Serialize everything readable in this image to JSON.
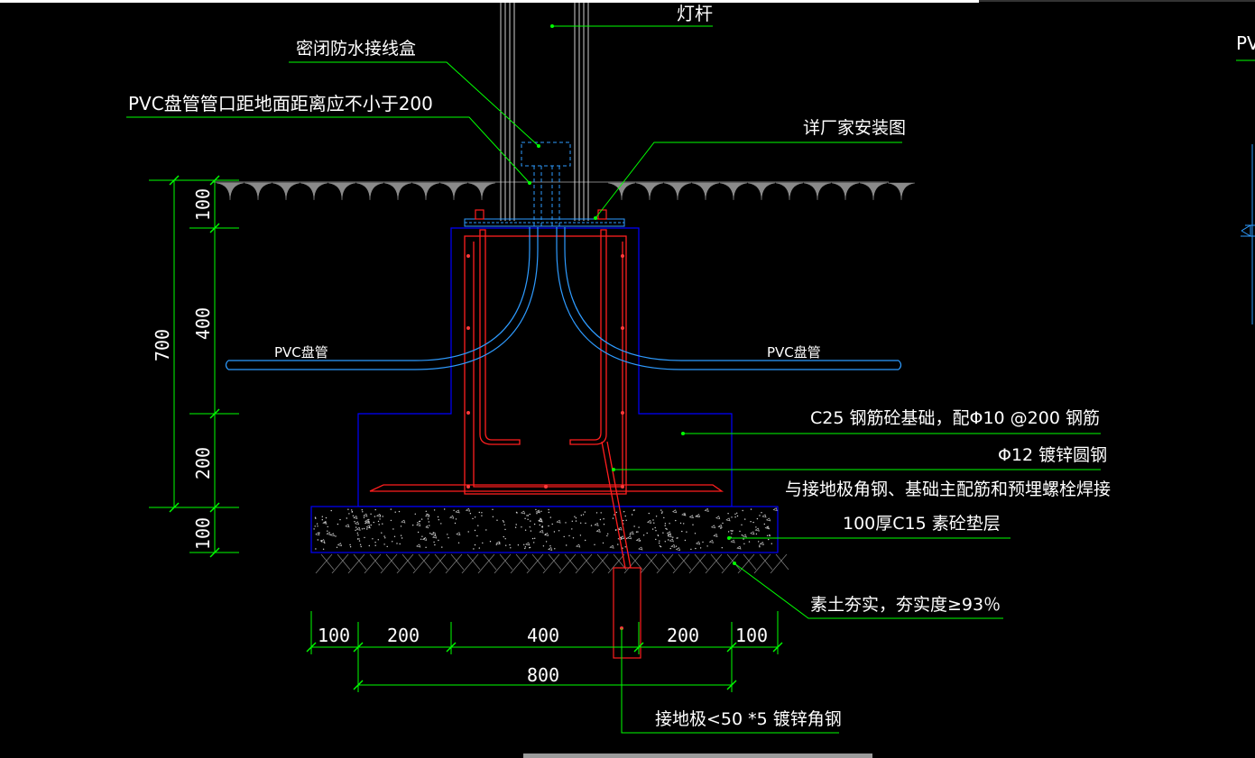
{
  "colors": {
    "background": "#000000",
    "annotation_white": "#ffffff",
    "leader_green": "#00ff00",
    "outline_blue": "#0000ff",
    "conduit_cyan": "#2e9bff",
    "rebar_red": "#ff1e1e",
    "ground_gray": "#808080",
    "viewport_bar": "#ffffff",
    "scrollbar_gray": "#9a9a9a"
  },
  "labels": {
    "lamp_pole": "灯杆",
    "sealed_box": "密闭防水接线盒",
    "pvc_note": "PVC盘管管口距地面距离应不小于200",
    "factory_install": "详厂家安装图",
    "pvc_left": "PVC盘管",
    "pvc_right": "PVC盘管",
    "foundation": "C25 钢筋砼基础，配Φ10 @200 钢筋",
    "round_steel": "Φ12 镀锌圆钢",
    "weld_note": "与接地极角钢、基础主配筋和预埋螺栓焊接",
    "cushion": "100厚C15 素砼垫层",
    "soil": "素土夯实，夯实度≥93％",
    "ground_rod": "接地极<50 *5 镀锌角钢",
    "right_partial": "PV"
  },
  "dimensions": {
    "left_total": "700",
    "left_segments": [
      "100",
      "400",
      "200",
      "100"
    ],
    "bottom_segments": [
      "100",
      "200",
      "400",
      "200",
      "100"
    ],
    "bottom_total": "800"
  },
  "icons": {
    "ground_hatch": "earth-hatch-icon",
    "concrete_fill": "concrete-stipple-icon",
    "soil_hatch": "compacted-soil-icon"
  }
}
